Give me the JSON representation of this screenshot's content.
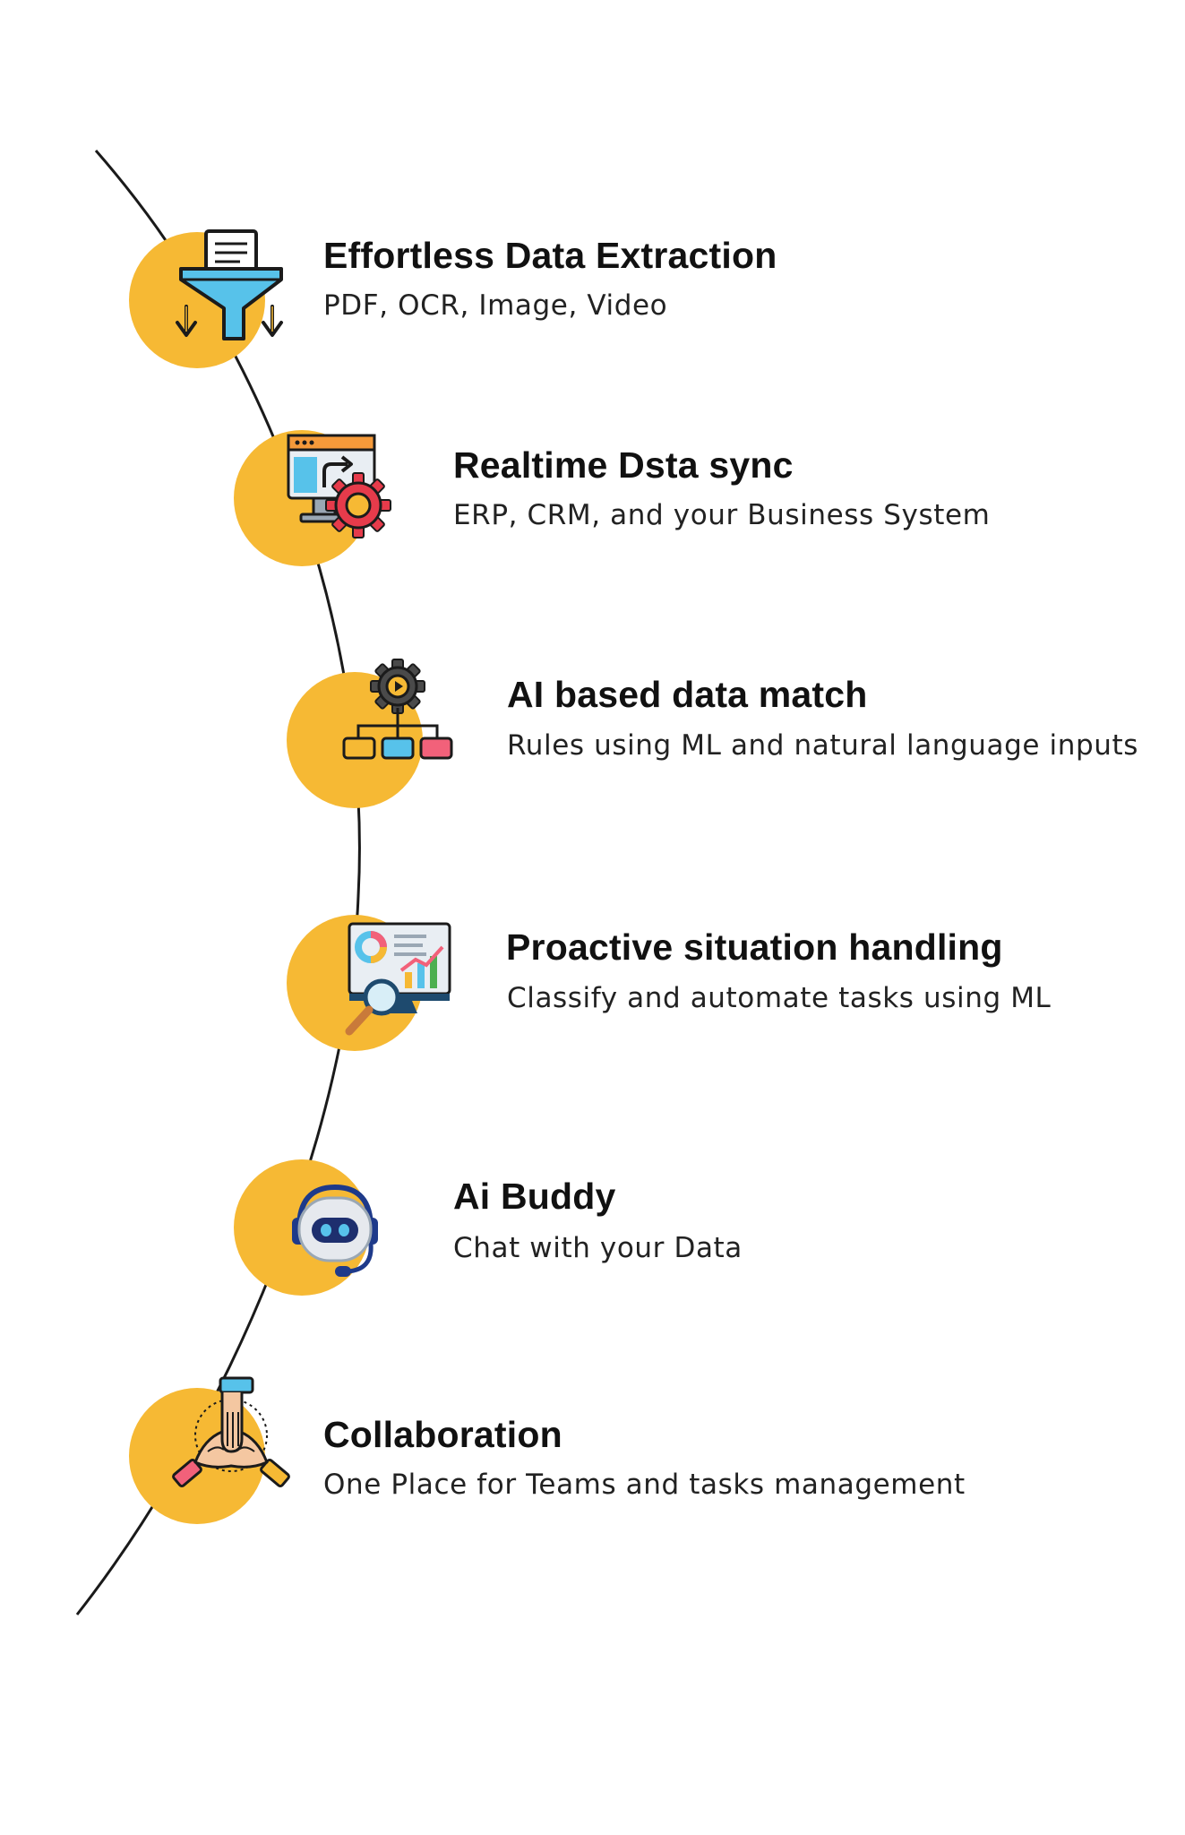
{
  "colors": {
    "circle": "#F6B934",
    "line": "#1a1a1a",
    "title": "#111111",
    "subtitle": "#222222"
  },
  "features": [
    {
      "icon": "funnel-filter-icon",
      "title": "Effortless Data Extraction",
      "subtitle": "PDF, OCR, Image, Video"
    },
    {
      "icon": "monitor-gear-sync-icon",
      "title": "Realtime Dsta sync",
      "subtitle": "ERP, CRM, and your Business System"
    },
    {
      "icon": "gear-hierarchy-icon",
      "title": "AI based data match",
      "subtitle": "Rules using ML and natural language inputs"
    },
    {
      "icon": "analytics-magnifier-icon",
      "title": "Proactive  situation handling",
      "subtitle": "Classify and automate tasks using ML"
    },
    {
      "icon": "robot-headset-icon",
      "title": "Ai Buddy",
      "subtitle": "Chat with your Data"
    },
    {
      "icon": "team-hands-icon",
      "title": "Collaboration",
      "subtitle": "One Place for Teams and tasks management"
    }
  ]
}
